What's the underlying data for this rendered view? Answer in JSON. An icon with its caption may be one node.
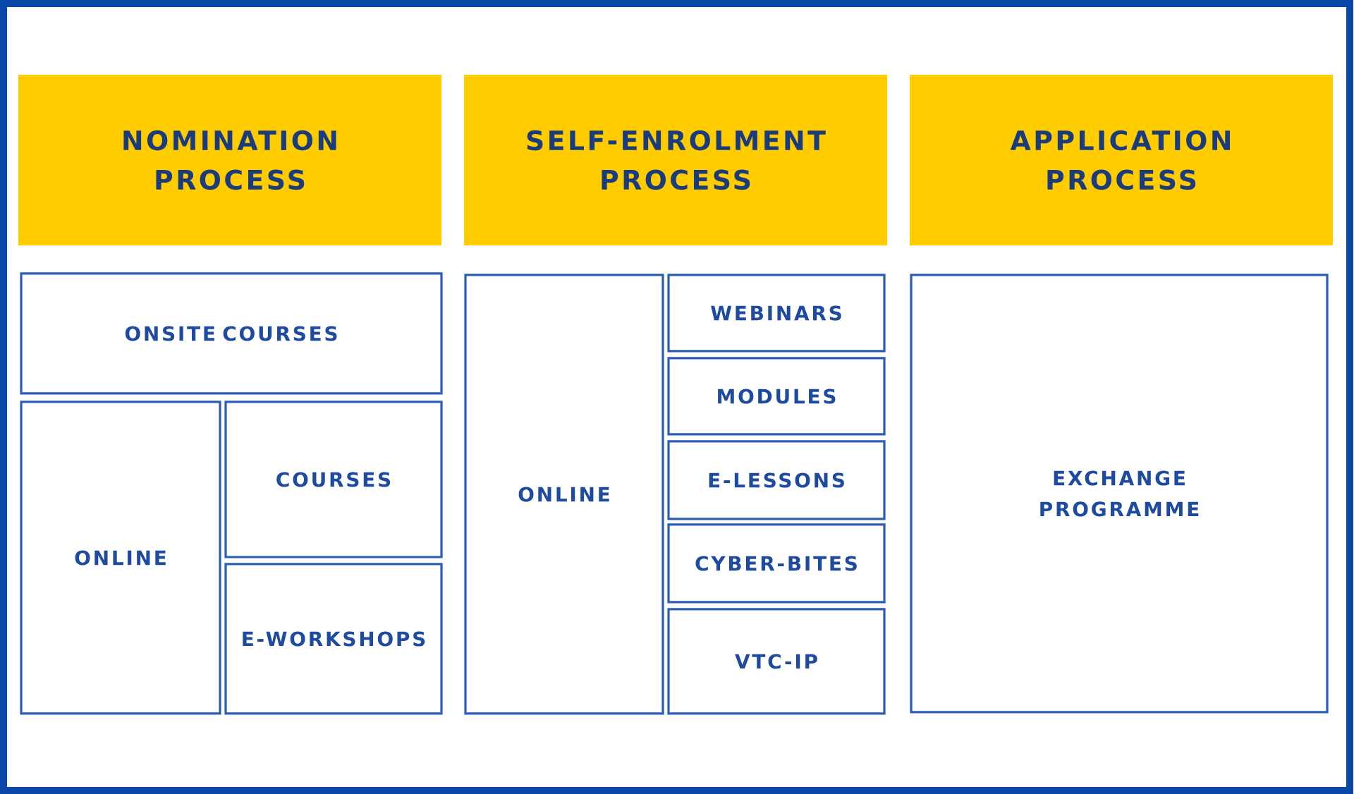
{
  "diagram": {
    "nodes": [
      {
        "text": [
          "NOMINATION PROCESS"
        ]
      },
      {
        "text": [
          "SELF-ENROLMENT PROCESS"
        ]
      },
      {
        "text": [
          "APPLICATION PROCESS"
        ]
      },
      {
        "text": [
          "ONSITE COURSES"
        ]
      },
      {
        "text": [
          "ONLINE"
        ]
      },
      {
        "text": [
          "COURSES"
        ]
      },
      {
        "text": [
          "E-WORKSHOPS"
        ]
      },
      {
        "text": [
          "ONLINE"
        ]
      },
      {
        "text": [
          "WEBINARS"
        ]
      },
      {
        "text": [
          "MODULES"
        ]
      },
      {
        "text": [
          "E-LESSONS"
        ]
      },
      {
        "text": [
          "CYBER-BITES"
        ]
      },
      {
        "text": [
          "VTC-IP"
        ]
      },
      {
        "text": [
          "EXCHANGE PROGRAMME"
        ]
      }
    ],
    "edges": []
  }
}
